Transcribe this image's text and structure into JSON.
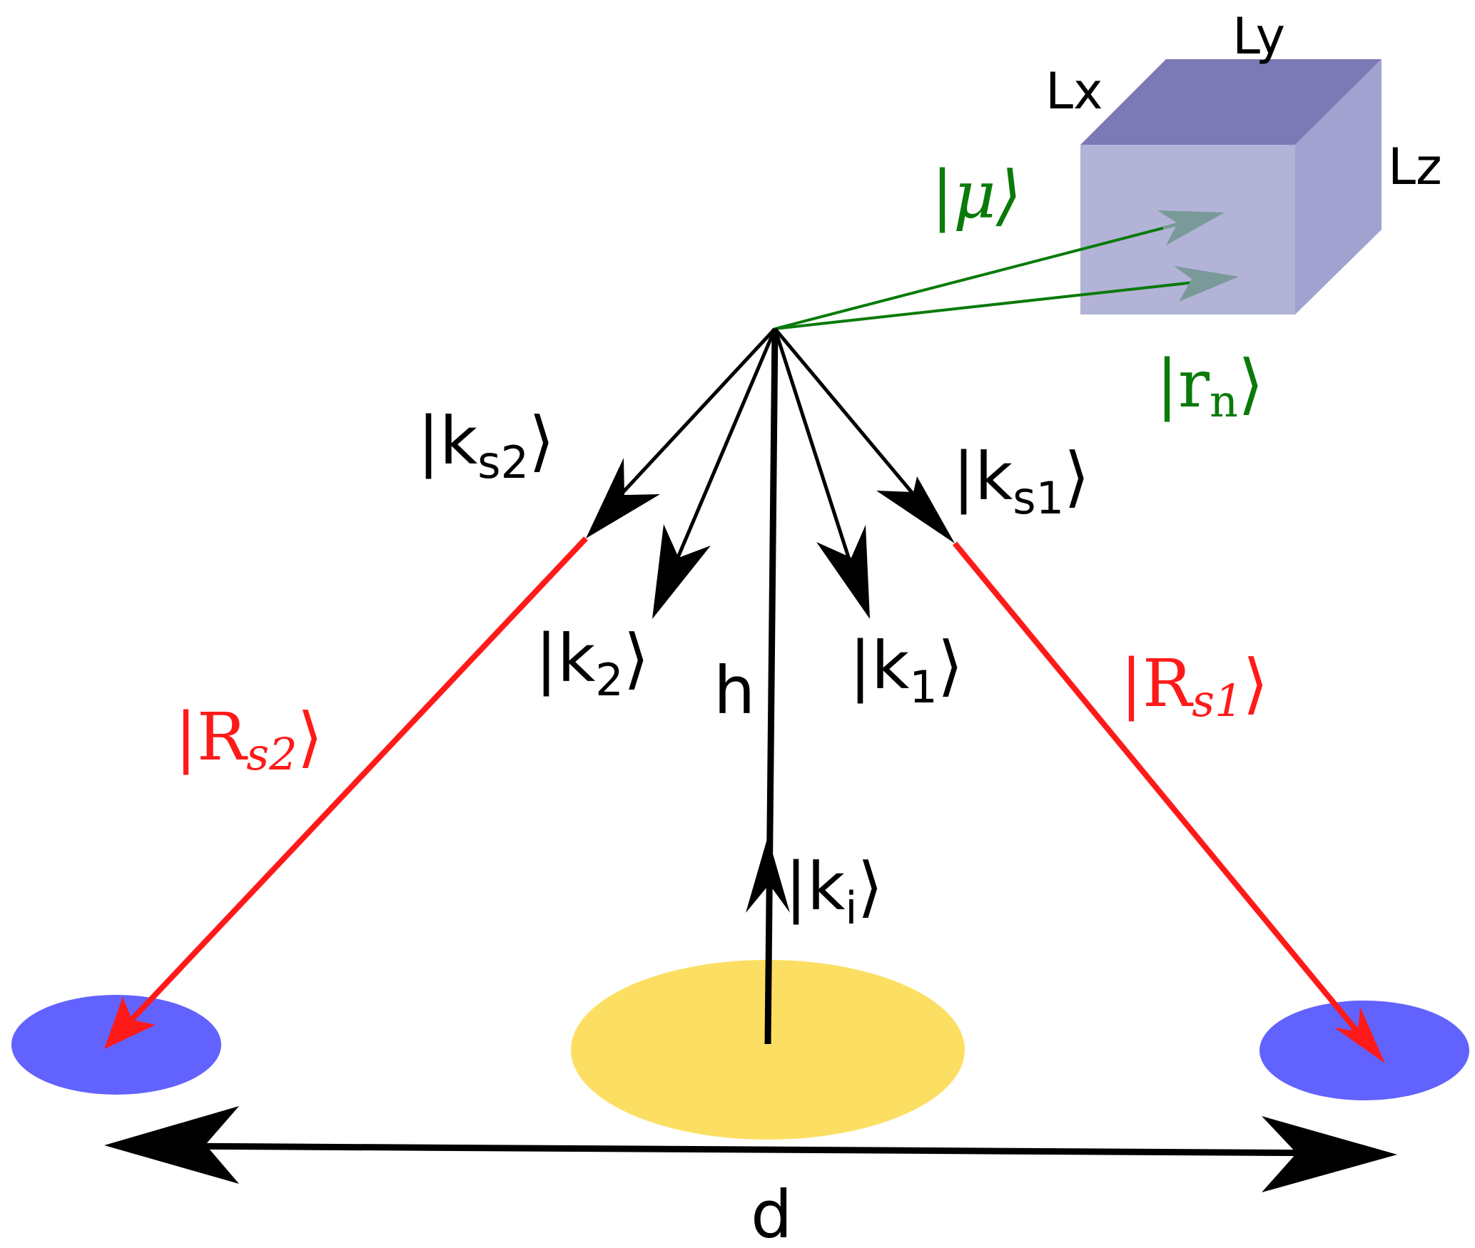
{
  "colors": {
    "black": "#000000",
    "red": "#ff1a1a",
    "green": "#0a7a0a",
    "box_front": "#b3b3d8",
    "box_top": "#7b7ab7",
    "box_side": "#a2a2d1",
    "detector": "#6262ff",
    "source": "#fcdf62",
    "arrow_inside": "#7a9a9a"
  },
  "box": {
    "lx": "Lx",
    "ly": "Ly",
    "lz": "Lz"
  },
  "labels": {
    "mu": {
      "open": "|",
      "main": "μ",
      "close": "⟩"
    },
    "rn": {
      "open": "|",
      "main": "r",
      "sub": "n",
      "close": "⟩"
    },
    "ks2": {
      "open": "|",
      "main": "k",
      "sub": "s2",
      "close": "⟩"
    },
    "k2": {
      "open": "|",
      "main": "k",
      "sub": "2",
      "close": "⟩"
    },
    "h": "h",
    "k1": {
      "open": "|",
      "main": "k",
      "sub": "1",
      "close": "⟩"
    },
    "ks1": {
      "open": "|",
      "main": "k",
      "sub": "s1",
      "close": "⟩"
    },
    "rs2": {
      "open": "|",
      "main": "R",
      "sub": "s2",
      "close": "⟩"
    },
    "rs1": {
      "open": "|",
      "main": "R",
      "sub": "s1",
      "close": "⟩"
    },
    "ki": {
      "open": "|",
      "main": "k",
      "sub": "i",
      "close": "⟩"
    },
    "d": "d"
  }
}
